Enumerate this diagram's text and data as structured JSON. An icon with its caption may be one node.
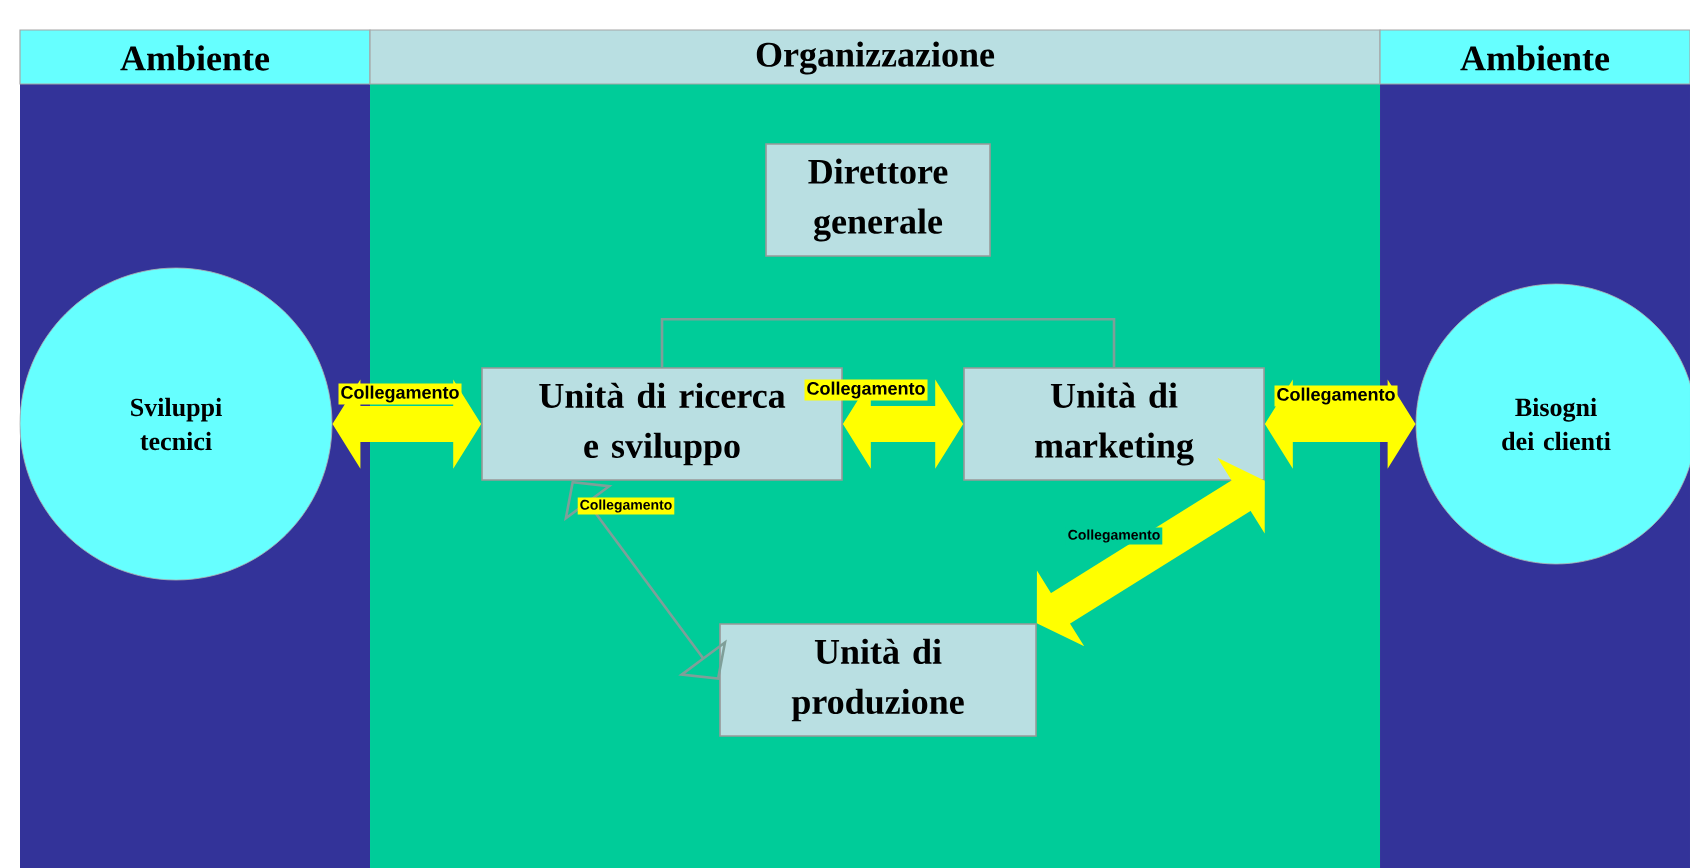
{
  "diagram": {
    "nodes": [
      {
        "text": [
          "Ambiente"
        ]
      },
      {
        "text": [
          "Sviluppi tecnici"
        ],
        "in": 0
      },
      {
        "text": [
          "Organizzazione"
        ]
      },
      {
        "text": [
          "Direttore generale"
        ],
        "in": 2
      },
      {
        "text": [
          "Unità di ricerca e sviluppo"
        ],
        "in": 2
      },
      {
        "text": [
          "Unità di marketing"
        ],
        "in": 2
      },
      {
        "text": [
          "Unità di produzione"
        ],
        "in": 2
      },
      {
        "text": [
          "Ambiente"
        ]
      },
      {
        "text": [
          "Bisogni dei clienti"
        ],
        "in": 7
      }
    ],
    "edges": [
      {
        "from": 1,
        "to": 4,
        "arrow": "both",
        "label": "Collegamento"
      },
      {
        "from": 4,
        "to": 5,
        "arrow": "both",
        "label": "Collegamento"
      },
      {
        "from": 5,
        "to": 8,
        "arrow": "both",
        "label": "Collegamento"
      },
      {
        "from": 4,
        "to": 6,
        "arrow": "both",
        "label": "Collegamento",
        "color": "#7f9f99"
      },
      {
        "from": 5,
        "to": 6,
        "arrow": "both",
        "label": "Collegamento"
      },
      {
        "from": 4,
        "to": 5,
        "arrow": "none",
        "color": "#7f9f99"
      }
    ]
  }
}
